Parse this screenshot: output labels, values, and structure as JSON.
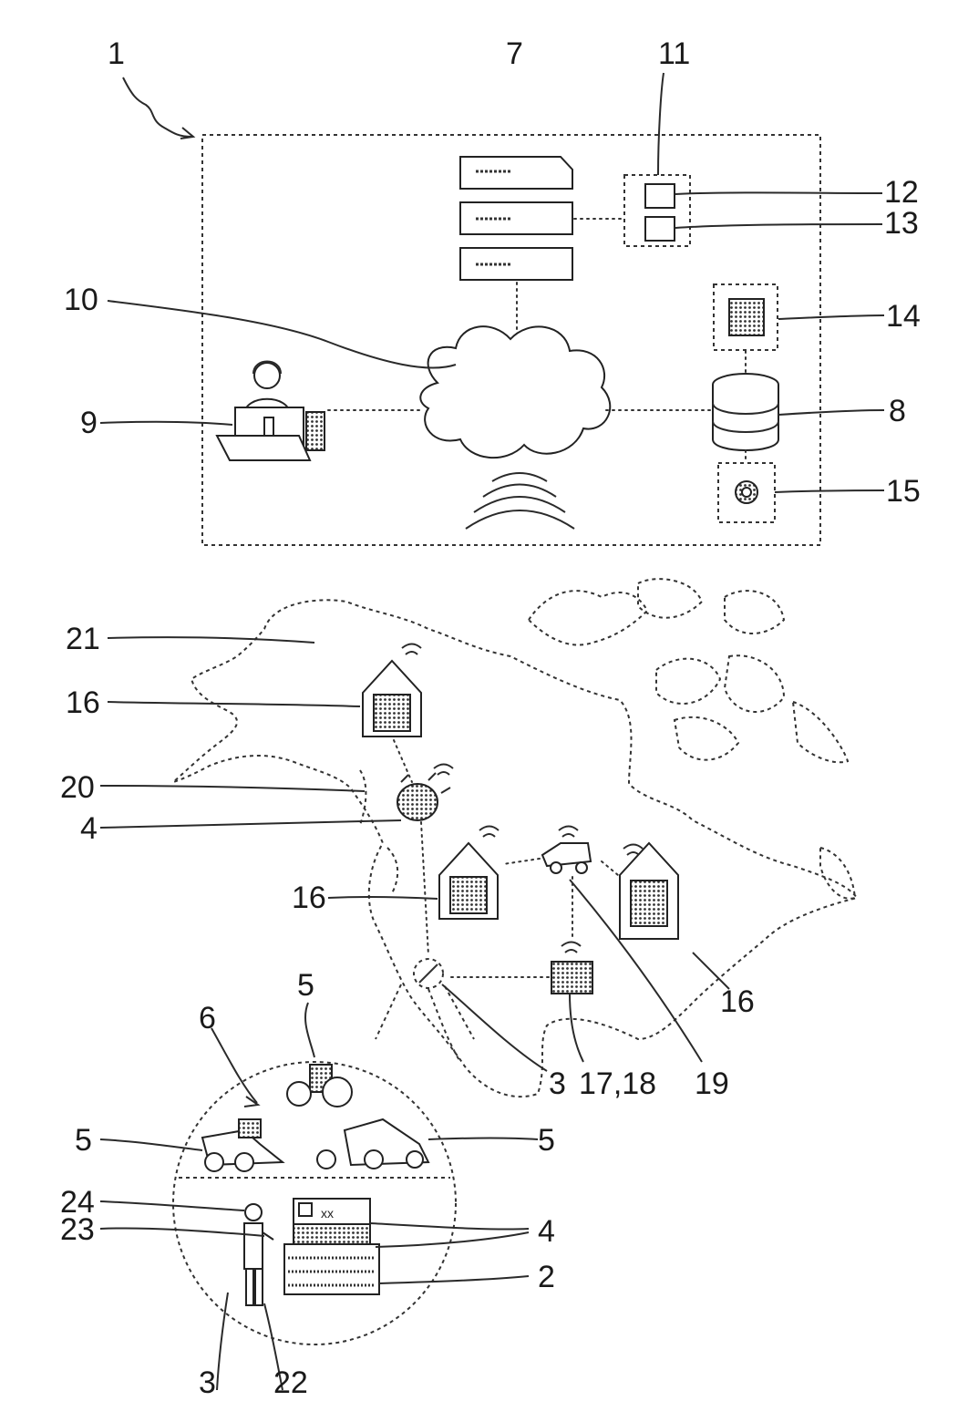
{
  "figure": {
    "labels": {
      "l1": "1",
      "l2": "2",
      "l3a": "3",
      "l3b": "3",
      "l4a": "4",
      "l4b": "4",
      "l5a": "5",
      "l5b": "5",
      "l5c": "5",
      "l6": "6",
      "l7": "7",
      "l8": "8",
      "l9": "9",
      "l10": "10",
      "l11": "11",
      "l12": "12",
      "l13": "13",
      "l14": "14",
      "l15": "15",
      "l16a": "16",
      "l16b": "16",
      "l16c": "16",
      "l17": "17,18",
      "l19": "19",
      "l20": "20",
      "l21": "21",
      "l22": "22",
      "l23": "23",
      "l24": "24"
    },
    "screen_text": "xx"
  }
}
